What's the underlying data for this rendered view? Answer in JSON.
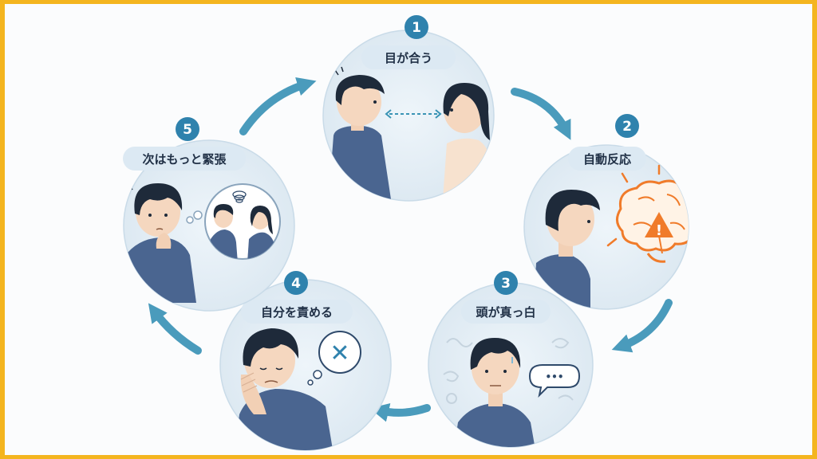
{
  "steps": [
    {
      "number": "1",
      "label": "目が合う"
    },
    {
      "number": "2",
      "label": "自動反応"
    },
    {
      "number": "3",
      "label": "頭が真っ白"
    },
    {
      "number": "4",
      "label": "自分を責める"
    },
    {
      "number": "5",
      "label": "次はもっと緊張"
    }
  ],
  "symbols": {
    "warning": "!",
    "thought_dots": "•••",
    "cross": "✕"
  },
  "colors": {
    "frame": "#f4b51f",
    "accent": "#4a9bbc",
    "badge": "#2f82ad",
    "caption_bg": "#dce9f3",
    "brain": "#f07b2a",
    "shirt": "#4a6590",
    "hair": "#1e2a3a"
  }
}
